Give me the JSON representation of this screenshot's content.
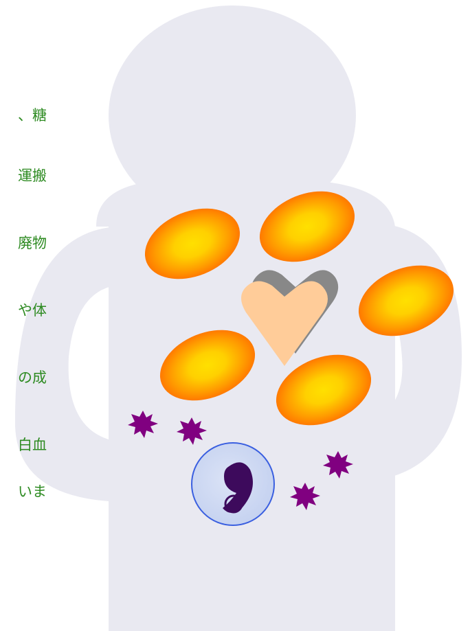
{
  "text_fragments": [
    "、糖",
    "運搬",
    "廃物",
    "や体",
    "の成",
    "白血",
    "いま"
  ],
  "colors": {
    "text": "#2e8b22",
    "body_silhouette": "#e9e9f1",
    "rbc_outer": "#ff7300",
    "rbc_inner": "#ffd700",
    "heart": "#ffcc99",
    "heart_shadow": "#888888",
    "germ": "#800080",
    "wbc_cell": "#c8d6f2",
    "wbc_outline": "#3a5fe0",
    "wbc_nucleus": "#3d0a5c"
  },
  "icons": [
    "body-silhouette",
    "red-blood-cell",
    "heart-icon",
    "germ-icon",
    "white-blood-cell"
  ]
}
